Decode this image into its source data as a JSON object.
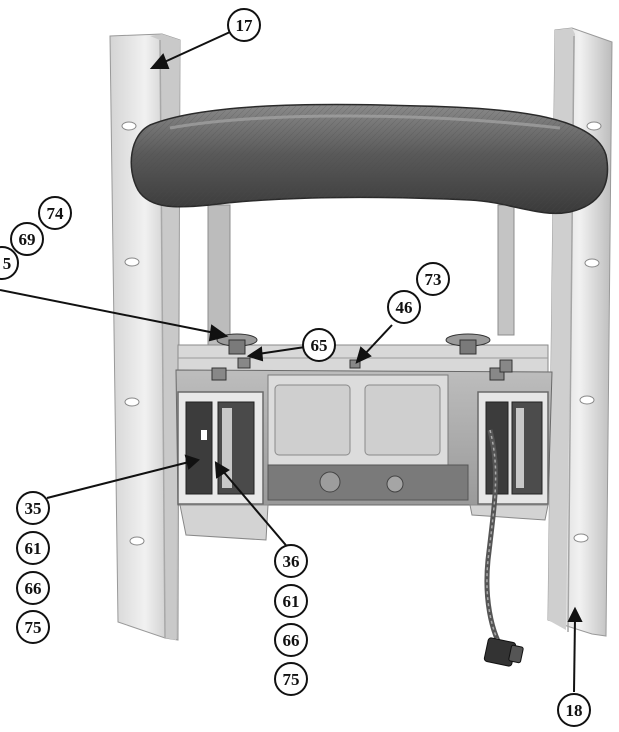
{
  "figure": {
    "callouts": [
      {
        "id": "c17",
        "label": "17"
      },
      {
        "id": "c74",
        "label": "74"
      },
      {
        "id": "c69",
        "label": "69"
      },
      {
        "id": "c5",
        "label": "5"
      },
      {
        "id": "c73",
        "label": "73"
      },
      {
        "id": "c46",
        "label": "46"
      },
      {
        "id": "c65",
        "label": "65"
      },
      {
        "id": "c35",
        "label": "35"
      },
      {
        "id": "c61a",
        "label": "61"
      },
      {
        "id": "c66a",
        "label": "66"
      },
      {
        "id": "c75a",
        "label": "75"
      },
      {
        "id": "c36",
        "label": "36"
      },
      {
        "id": "c61b",
        "label": "61"
      },
      {
        "id": "c66b",
        "label": "66"
      },
      {
        "id": "c75b",
        "label": "75"
      },
      {
        "id": "c18",
        "label": "18"
      }
    ]
  }
}
